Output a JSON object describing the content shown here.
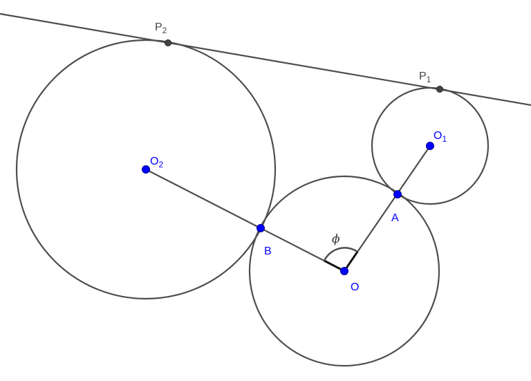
{
  "colors": {
    "stroke": "#4d4d4d",
    "point_blue": "#0000ff",
    "point_gray": "#444444",
    "label_blue": "#0000ff"
  },
  "points": {
    "O": {
      "name": "O"
    },
    "O1": {
      "name": "O",
      "sub": "1"
    },
    "O2": {
      "name": "O",
      "sub": "2"
    },
    "A": {
      "name": "A"
    },
    "B": {
      "name": "B"
    },
    "P1": {
      "name": "P",
      "sub": "1"
    },
    "P2": {
      "name": "P",
      "sub": "2"
    }
  },
  "angle": {
    "label": "ϕ"
  }
}
